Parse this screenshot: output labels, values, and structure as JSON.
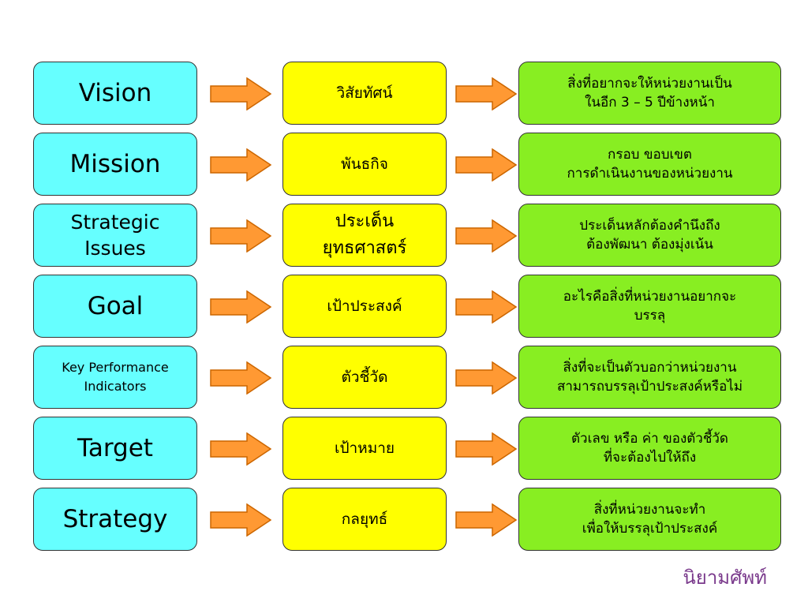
{
  "colors": {
    "term_box": "#66ffff",
    "thai_box": "#ffff00",
    "desc_box": "#88ee22",
    "arrow": "#ff9933",
    "caption": "#7a3a8c"
  },
  "rows": [
    {
      "term": [
        "Vision"
      ],
      "thai": [
        "วิสัยทัศน์"
      ],
      "desc": [
        "สิ่งที่อยากจะให้หน่วยงานเป็น",
        "ในอีก 3 – 5 ปีข้างหน้า"
      ]
    },
    {
      "term": [
        "Mission"
      ],
      "thai": [
        "พันธกิจ"
      ],
      "desc": [
        "กรอบ ขอบเขต",
        "การดำเนินงานของหน่วยงาน"
      ]
    },
    {
      "term": [
        "Strategic",
        "Issues"
      ],
      "thai": [
        "ประเด็น",
        "ยุทธศาสตร์"
      ],
      "desc": [
        "ประเด็นหลักต้องคำนึงถึง",
        "ต้องพัฒนา ต้องมุ่งเน้น"
      ]
    },
    {
      "term": [
        "Goal"
      ],
      "thai": [
        "เป้าประสงค์"
      ],
      "desc": [
        "อะไรคือสิ่งที่หน่วยงานอยากจะ",
        "บรรลุ"
      ]
    },
    {
      "term": [
        "Key Performance",
        "Indicators"
      ],
      "thai": [
        "ตัวชี้วัด"
      ],
      "desc": [
        "สิ่งที่จะเป็นตัวบอกว่าหน่วยงาน",
        "สามารถบรรลุเป้าประสงค์หรือไม่"
      ]
    },
    {
      "term": [
        "Target"
      ],
      "thai": [
        "เป้าหมาย"
      ],
      "desc": [
        "ตัวเลข หรือ ค่า ของตัวชี้วัด",
        "ที่จะต้องไปให้ถึง"
      ]
    },
    {
      "term": [
        "Strategy"
      ],
      "thai": [
        "กลยุทธ์"
      ],
      "desc": [
        "สิ่งที่หน่วยงานจะทำ",
        "เพื่อให้บรรลุเป้าประสงค์"
      ]
    }
  ],
  "caption": "นิยามศัพท์"
}
